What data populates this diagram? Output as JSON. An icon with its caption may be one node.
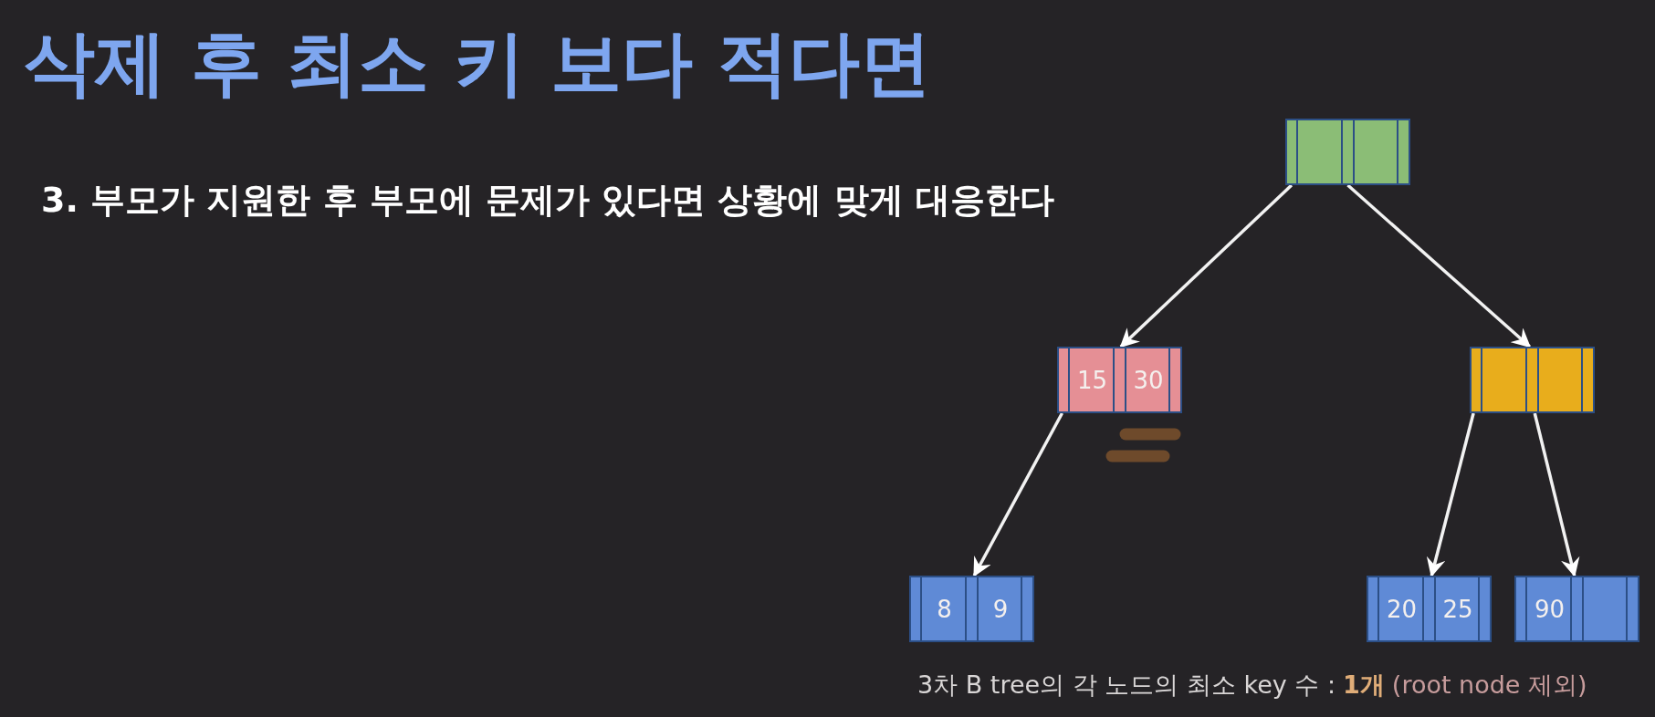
{
  "diagram": {
    "title": "삭제 후 최소 키 보다 적다면",
    "nodes": [
      {
        "text": [],
        "shape": "box"
      },
      {
        "text": [
          "15",
          "30"
        ]
      },
      {
        "text": [],
        "shape": "box"
      },
      {
        "text": [
          "8",
          "9"
        ]
      },
      {
        "text": [
          "20",
          "25"
        ]
      },
      {
        "text": [
          "90"
        ]
      }
    ],
    "edges": [
      {
        "from": 0,
        "to": 1,
        "arrow": "to"
      },
      {
        "from": 0,
        "to": 2,
        "arrow": "to"
      },
      {
        "from": 1,
        "to": 3,
        "arrow": "to"
      },
      {
        "from": 2,
        "to": 4,
        "arrow": "to"
      },
      {
        "from": 2,
        "to": 5,
        "arrow": "to"
      }
    ],
    "labels": [
      "3. 부모가 지원한 후 부모에 문제가 있다면 상황에 맞게 대응한다",
      "3차 B tree의 각 노드의 최소 key 수 :",
      "1개",
      "(root node 제외)"
    ]
  }
}
